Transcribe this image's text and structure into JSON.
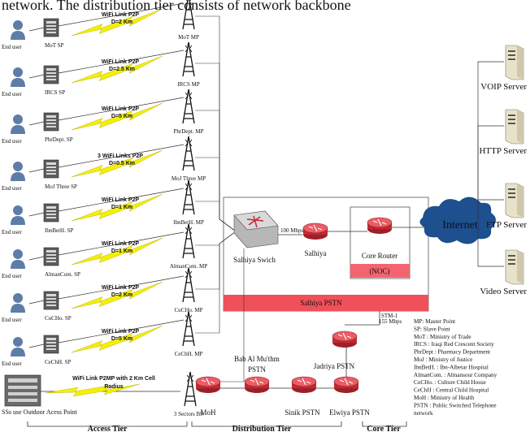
{
  "header_text": "network. The distribution tier consists of network backbone",
  "p2p_links": [
    {
      "sp": "MoT SP",
      "mp": "MoT MP",
      "link": "WiFi Link P2P",
      "dist": "D=2 Km"
    },
    {
      "sp": "IRCS SP",
      "mp": "IRCS MP",
      "link": "WiFi Link P2P",
      "dist": "D=2.5 Km"
    },
    {
      "sp": "PhrDept. SP",
      "mp": "PhrDept. MP",
      "link": "WiFi Link P2P",
      "dist": "D=5 Km"
    },
    {
      "sp": "MoJ Three SP",
      "mp": "MoJ Three MP",
      "link": "3 WiFi Links P2P",
      "dist": "D=0.5 Km"
    },
    {
      "sp": "IbnBetH. SP",
      "mp": "IbnBetH. MP",
      "link": "WiFi Link P2P",
      "dist": "D=1 Km"
    },
    {
      "sp": "AlmanCom. SP",
      "mp": "AlmanCom. MP",
      "link": "WiFi Link P2P",
      "dist": "D=1 Km"
    },
    {
      "sp": "CuCHo. SP",
      "mp": "CuCHo. MP",
      "link": "WiFi Link P2P",
      "dist": "D=2 Km"
    },
    {
      "sp": "CeChH. SP",
      "mp": "CeChH. MP",
      "link": "WiFi Link P2P",
      "dist": "D=5 Km"
    }
  ],
  "end_user_label": "End user",
  "p2mp": {
    "line1": "WiFi Link P2MP with 2 Km Cell",
    "line2": "Radius"
  },
  "outdoor_ap_label": "SSs use Outdoor Acess Point",
  "three_sectors_label": "3 Sectors BS",
  "salhiya_switch": "Salhiya Swich",
  "speed_100": "100 Mbps",
  "salhiya_router": "Salhiya",
  "core_router": "Core Router",
  "noc": "(NOC)",
  "salhiya_pstn": "Salhiya PSTN",
  "stm1_line1": "STM-1",
  "stm1_line2": "155 Mbps",
  "internet": "Internet",
  "servers": [
    "VOIP Server",
    "HTTP Server",
    "FTP Server",
    "Video Server"
  ],
  "jadriya": "Jadriya PSTN",
  "bab_line1": "Bab Al Mu'thm",
  "bab_line2": "PSTN",
  "moh": "MoH",
  "sinik": "Sinik PSTN",
  "elwiya": "Elwiya PSTN",
  "legend": [
    "MP: Master Point",
    "SP: Slave Point",
    "MoT : Ministry of Trade",
    "IRCS : Iraqi Red Crescent Society",
    "PhrDept : Pharmacy Department",
    "MoJ : Ministry of Justice",
    "IbnBetH. : Ibn-Albetar Hospital",
    "AlmanCom. : Almansour Company",
    "CuCHo. : Culture Child House",
    "CeChH : Central Child Hospital",
    "MoH : Ministry of Health",
    "PSTN : Public Switched Telephone",
    "network"
  ],
  "tiers": [
    "Access Tier",
    "Distribution Tier",
    "Core Tier"
  ],
  "colors": {
    "pstn_bar": "#f0505a",
    "noc_bar": "#f26570",
    "cloud": "#1e4f8e",
    "lightning": "#f4f000",
    "router": "#cc2a33"
  }
}
